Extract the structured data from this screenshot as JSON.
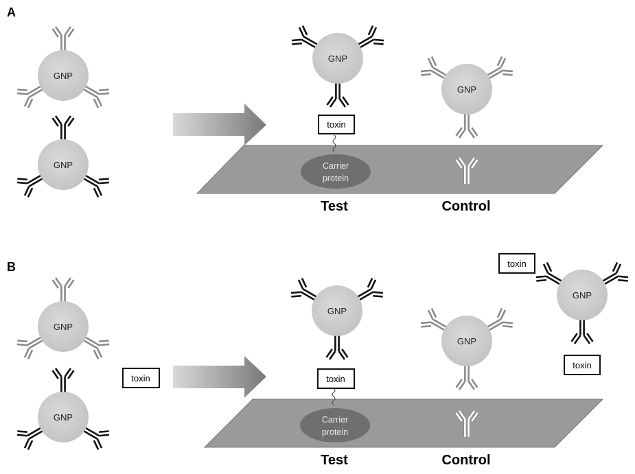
{
  "panels": {
    "a": {
      "letter": "A",
      "test_caption": "Test",
      "control_caption": "Control"
    },
    "b": {
      "letter": "B",
      "test_caption": "Test",
      "control_caption": "Control"
    }
  },
  "labels": {
    "gnp": "GNP",
    "toxin": "toxin",
    "carrier_line1": "Carrier",
    "carrier_line2": "protein"
  },
  "colors": {
    "specific_antibody": "#111111",
    "control_antibody": "#8a8a8a",
    "capture_antibody_control": "#ffffff",
    "gnp_fill": "#cfcfcf",
    "surface": "#9a9a9a",
    "carrier_protein": "#6f6f6f",
    "arrow": "#8c8c8c"
  }
}
